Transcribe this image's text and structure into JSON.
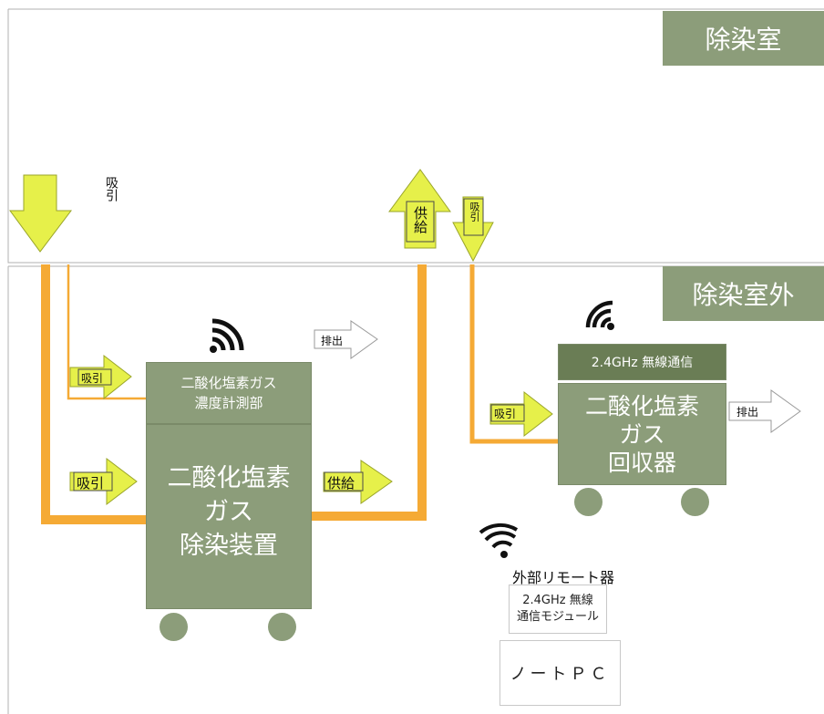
{
  "rooms": {
    "inside": "除染室",
    "outside": "除染室外"
  },
  "devices": {
    "gas_meter": {
      "line1": "二酸化塩素ガス",
      "line2": "濃度計測部"
    },
    "decon_device": {
      "line1": "二酸化塩素",
      "line2": "ガス",
      "line3": "除染装置"
    },
    "recovery": {
      "header": "2.4GHz 無線通信",
      "line1": "二酸化塩素",
      "line2": "ガス",
      "line3": "回収器"
    },
    "remote": {
      "title": "外部リモート器",
      "module_line1": "2.4GHz 無線",
      "module_line2": "通信モジュール",
      "pc": "ノートＰＣ"
    }
  },
  "flow_labels": {
    "suction": "吸引",
    "supply": "供給",
    "exhaust": "排出"
  },
  "icons": [
    "wifi-icon",
    "arrow-down-icon",
    "arrow-up-icon",
    "arrow-right-icon"
  ],
  "colors": {
    "box": "#8c9d7a",
    "box_dark": "#6a7d55",
    "pipe": "#f5aa35",
    "arrow": "#e6f04a",
    "arrow_border": "#9aa52a"
  }
}
